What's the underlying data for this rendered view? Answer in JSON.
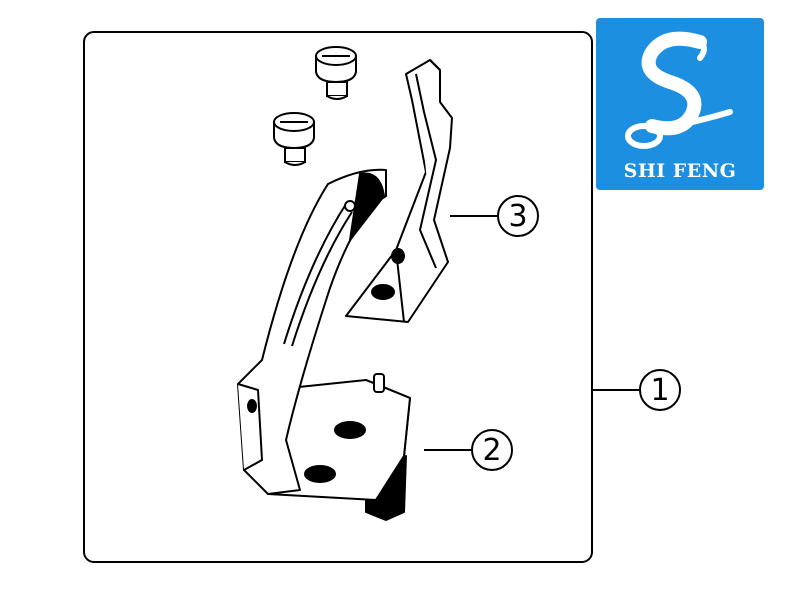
{
  "logo": {
    "text": "SHI FENG",
    "background": "#1d8fe0",
    "glyph": "stylized-s-glyph"
  },
  "callouts": [
    {
      "id": "assembly",
      "number": "1"
    },
    {
      "id": "base-part",
      "number": "2"
    },
    {
      "id": "guard-plate",
      "number": "3"
    }
  ],
  "colors": {
    "line": "#000000",
    "fill": "#ffffff"
  }
}
